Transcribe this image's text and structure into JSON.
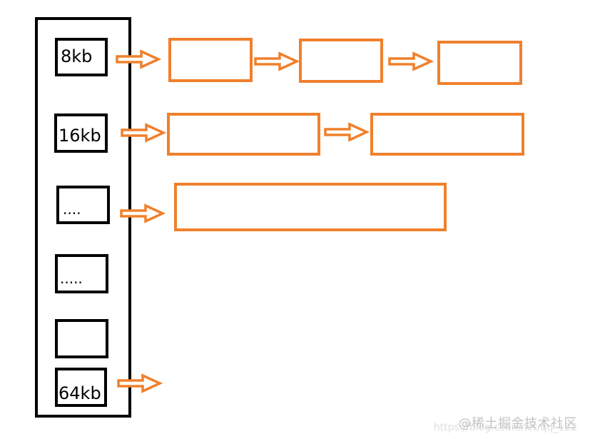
{
  "colors": {
    "container_stroke": "#000000",
    "slot_stroke": "#000000",
    "accent": "#f0802c",
    "watermark": "#c4c4c4"
  },
  "slots": [
    {
      "label": "8kb"
    },
    {
      "label": "16kb"
    },
    {
      "label": "...."
    },
    {
      "label": "....."
    },
    {
      "label": ""
    },
    {
      "label": "64kb"
    }
  ],
  "watermark": {
    "text": "@稀土掘金技术社区",
    "url": "https://blog.csdn.net/qq_122"
  }
}
